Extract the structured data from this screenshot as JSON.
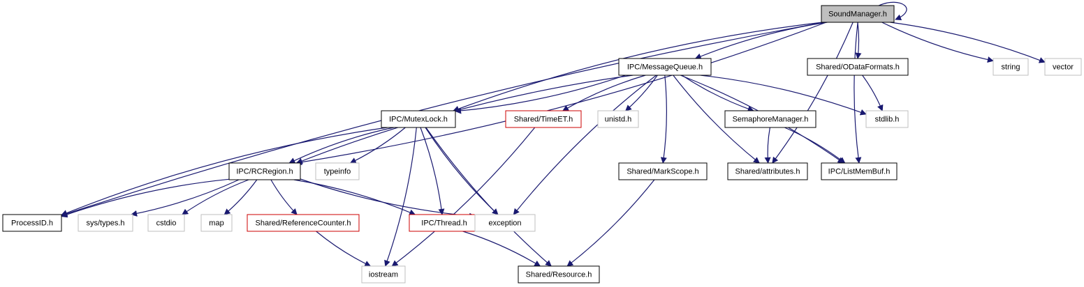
{
  "colors": {
    "edge": "#191970",
    "node_border_normal": "#000000",
    "node_border_truncated": "#cc0000",
    "node_border_system": "#bfbfbf",
    "node_fill_root": "#bfbfbf",
    "node_fill": "#ffffff",
    "label_text": "#000000"
  },
  "nodes": [
    {
      "id": "soundmanager",
      "label": "SoundManager.h",
      "kind": "root"
    },
    {
      "id": "messagequeue",
      "label": "IPC/MessageQueue.h",
      "kind": "normal"
    },
    {
      "id": "odataformats",
      "label": "Shared/ODataFormats.h",
      "kind": "normal"
    },
    {
      "id": "string",
      "label": "string",
      "kind": "system"
    },
    {
      "id": "vector",
      "label": "vector",
      "kind": "system"
    },
    {
      "id": "mutexlock",
      "label": "IPC/MutexLock.h",
      "kind": "normal"
    },
    {
      "id": "timeet",
      "label": "Shared/TimeET.h",
      "kind": "truncated"
    },
    {
      "id": "unistd",
      "label": "unistd.h",
      "kind": "system"
    },
    {
      "id": "semaphoremanager",
      "label": "SemaphoreManager.h",
      "kind": "normal"
    },
    {
      "id": "stdlib",
      "label": "stdlib.h",
      "kind": "system"
    },
    {
      "id": "rcregion",
      "label": "IPC/RCRegion.h",
      "kind": "normal"
    },
    {
      "id": "typeinfo",
      "label": "typeinfo",
      "kind": "system"
    },
    {
      "id": "markscope",
      "label": "Shared/MarkScope.h",
      "kind": "normal"
    },
    {
      "id": "attributes",
      "label": "Shared/attributes.h",
      "kind": "normal"
    },
    {
      "id": "listmembuf",
      "label": "IPC/ListMemBuf.h",
      "kind": "normal"
    },
    {
      "id": "processid",
      "label": "ProcessID.h",
      "kind": "normal"
    },
    {
      "id": "systypes",
      "label": "sys/types.h",
      "kind": "system"
    },
    {
      "id": "cstdio",
      "label": "cstdio",
      "kind": "system"
    },
    {
      "id": "map",
      "label": "map",
      "kind": "system"
    },
    {
      "id": "refcounter",
      "label": "Shared/ReferenceCounter.h",
      "kind": "truncated"
    },
    {
      "id": "thread",
      "label": "IPC/Thread.h",
      "kind": "truncated"
    },
    {
      "id": "exception",
      "label": "exception",
      "kind": "system"
    },
    {
      "id": "iostream",
      "label": "iostream",
      "kind": "system"
    },
    {
      "id": "resource",
      "label": "Shared/Resource.h",
      "kind": "normal"
    }
  ],
  "edges": [
    {
      "from": "soundmanager",
      "to": "soundmanager"
    },
    {
      "from": "soundmanager",
      "to": "messagequeue"
    },
    {
      "from": "soundmanager",
      "to": "odataformats"
    },
    {
      "from": "soundmanager",
      "to": "string"
    },
    {
      "from": "soundmanager",
      "to": "vector"
    },
    {
      "from": "soundmanager",
      "to": "mutexlock"
    },
    {
      "from": "soundmanager",
      "to": "rcregion"
    },
    {
      "from": "soundmanager",
      "to": "processid"
    },
    {
      "from": "soundmanager",
      "to": "attributes"
    },
    {
      "from": "soundmanager",
      "to": "listmembuf"
    },
    {
      "from": "messagequeue",
      "to": "mutexlock"
    },
    {
      "from": "messagequeue",
      "to": "timeet"
    },
    {
      "from": "messagequeue",
      "to": "unistd"
    },
    {
      "from": "messagequeue",
      "to": "semaphoremanager"
    },
    {
      "from": "messagequeue",
      "to": "stdlib"
    },
    {
      "from": "messagequeue",
      "to": "rcregion"
    },
    {
      "from": "messagequeue",
      "to": "markscope"
    },
    {
      "from": "messagequeue",
      "to": "attributes"
    },
    {
      "from": "messagequeue",
      "to": "listmembuf"
    },
    {
      "from": "messagequeue",
      "to": "exception"
    },
    {
      "from": "odataformats",
      "to": "stdlib"
    },
    {
      "from": "mutexlock",
      "to": "rcregion"
    },
    {
      "from": "mutexlock",
      "to": "typeinfo"
    },
    {
      "from": "mutexlock",
      "to": "processid"
    },
    {
      "from": "mutexlock",
      "to": "thread"
    },
    {
      "from": "mutexlock",
      "to": "exception"
    },
    {
      "from": "mutexlock",
      "to": "iostream"
    },
    {
      "from": "mutexlock",
      "to": "resource"
    },
    {
      "from": "timeet",
      "to": "iostream"
    },
    {
      "from": "semaphoremanager",
      "to": "attributes"
    },
    {
      "from": "semaphoremanager",
      "to": "listmembuf"
    },
    {
      "from": "rcregion",
      "to": "processid"
    },
    {
      "from": "rcregion",
      "to": "systypes"
    },
    {
      "from": "rcregion",
      "to": "cstdio"
    },
    {
      "from": "rcregion",
      "to": "map"
    },
    {
      "from": "rcregion",
      "to": "refcounter"
    },
    {
      "from": "rcregion",
      "to": "thread"
    },
    {
      "from": "rcregion",
      "to": "exception"
    },
    {
      "from": "markscope",
      "to": "resource"
    },
    {
      "from": "refcounter",
      "to": "iostream"
    },
    {
      "from": "thread",
      "to": "resource"
    }
  ]
}
